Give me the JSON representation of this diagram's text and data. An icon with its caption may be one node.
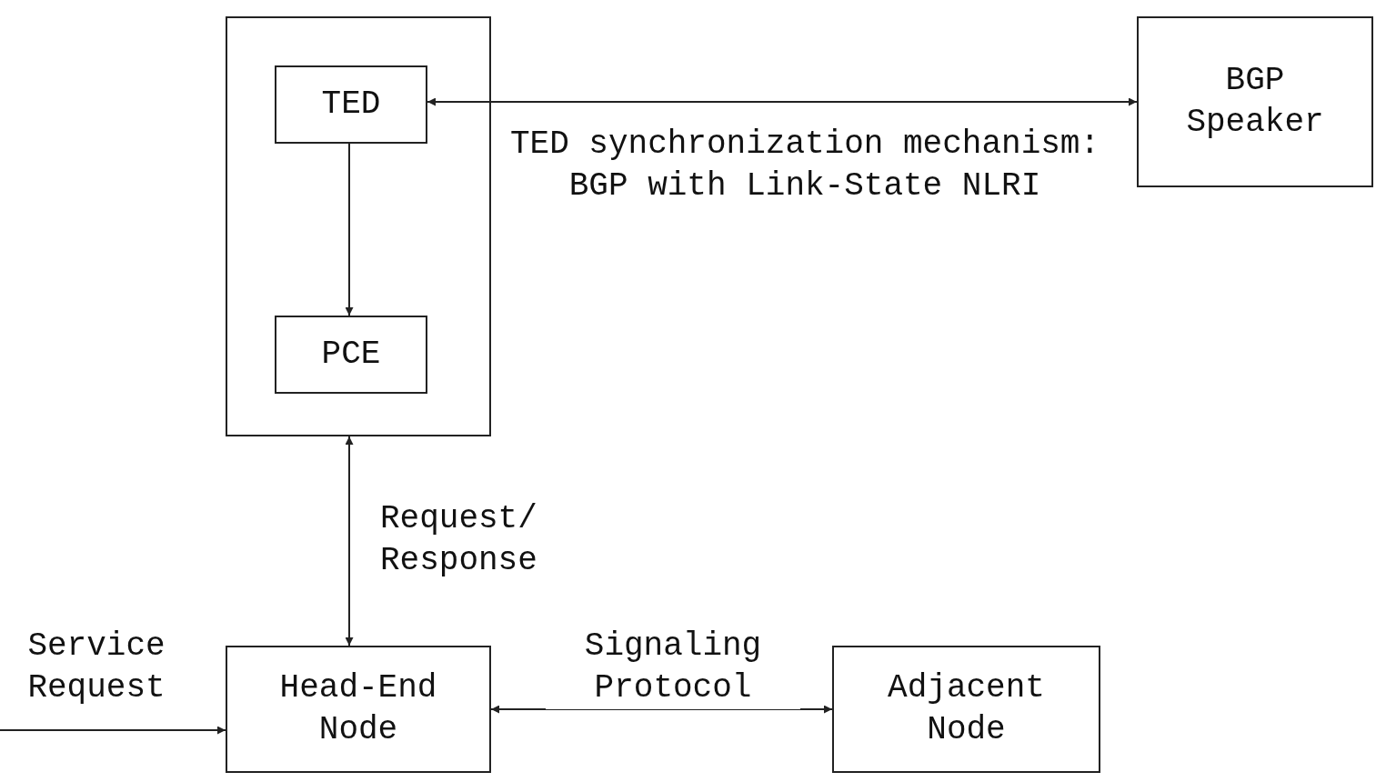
{
  "diagram": {
    "nodes": [
      {
        "text": [],
        "shape": "box"
      },
      {
        "text": [
          "TED"
        ],
        "in": 0
      },
      {
        "text": [
          "PCE"
        ],
        "in": 0
      },
      {
        "text": [
          "BGP Speaker"
        ]
      },
      {
        "text": [
          "Head-End Node"
        ]
      },
      {
        "text": [
          "Adjacent Node"
        ]
      }
    ],
    "edges": [
      {
        "from": 1,
        "to": 3,
        "arrow": "both",
        "label": "TED synchronization mechanism: BGP with Link-State NLRI"
      },
      {
        "from": 1,
        "to": 2,
        "arrow": "to"
      },
      {
        "from": 0,
        "to": 4,
        "arrow": "both",
        "label": "Request/ Response"
      },
      {
        "from": null,
        "to": 4,
        "arrow": "to",
        "label": "Service Request"
      },
      {
        "from": 4,
        "to": 5,
        "arrow": "both",
        "label": "Signaling Protocol"
      }
    ]
  }
}
